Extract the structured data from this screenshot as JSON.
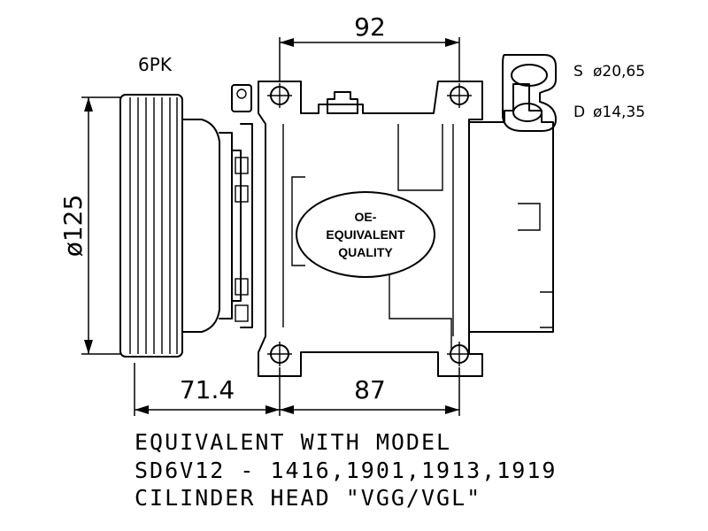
{
  "dimensions": {
    "top_width": "92",
    "left_offset": "71.4",
    "bottom_width": "87",
    "diameter": "ø125",
    "pulley_type": "6PK"
  },
  "ports": {
    "suction": {
      "letter": "S",
      "size": "ø20,65"
    },
    "discharge": {
      "letter": "D",
      "size": "ø14,35"
    }
  },
  "badge": {
    "line1": "OE-",
    "line2": "EQUIVALENT",
    "line3": "QUALITY"
  },
  "notes": [
    "EQUIVALENT WITH MODEL",
    "SD6V12 - 1416,1901,1913,1919",
    "CILINDER HEAD \"VGG/VGL\""
  ]
}
